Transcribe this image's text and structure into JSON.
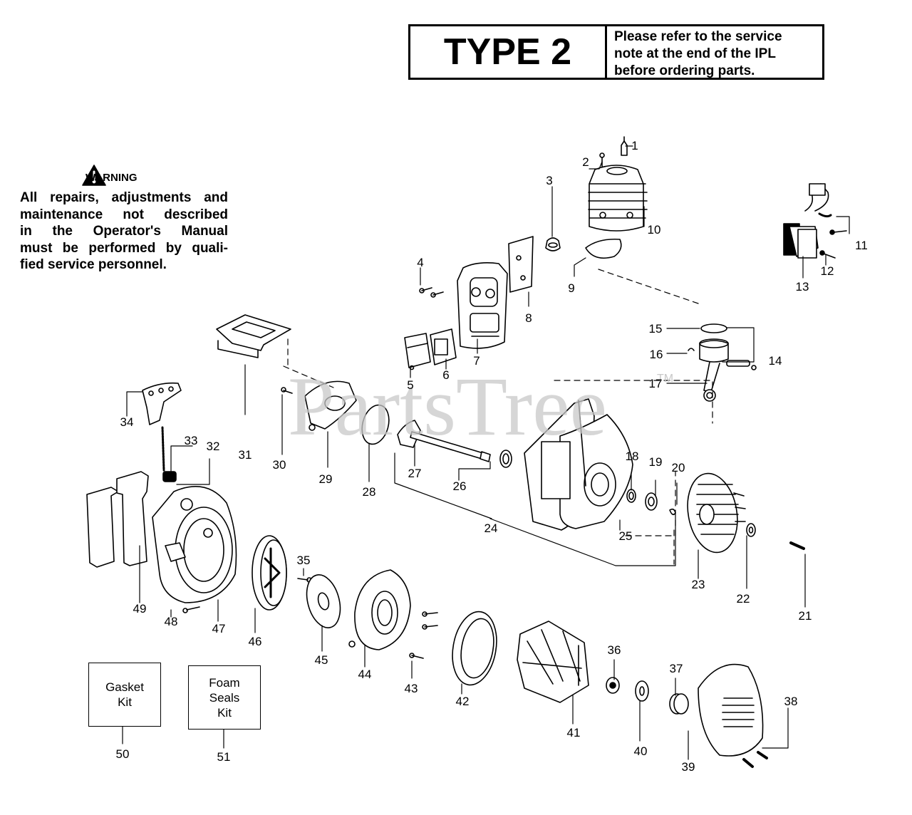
{
  "header": {
    "type_label": "TYPE 2",
    "note_lines": [
      "Please  refer  to the service",
      "note  at the end of the IPL",
      "before ordering  parts."
    ]
  },
  "warning": {
    "title": "WARNING",
    "lines": [
      "All repairs, adjustments and",
      "maintenance  not  described",
      "in  the  Operator's  Manual",
      "must be performed by quali-",
      "fied  service personnel."
    ]
  },
  "watermark": {
    "text": "PartsTree",
    "tm": "TM"
  },
  "kits": {
    "gasket": {
      "lines": [
        "Gasket",
        "Kit"
      ]
    },
    "foam": {
      "lines": [
        "Foam",
        "Seals",
        "Kit"
      ]
    }
  },
  "part_labels": [
    "1",
    "2",
    "3",
    "4",
    "5",
    "6",
    "7",
    "8",
    "9",
    "10",
    "11",
    "12",
    "13",
    "14",
    "15",
    "16",
    "17",
    "18",
    "19",
    "20",
    "21",
    "22",
    "23",
    "24",
    "25",
    "26",
    "27",
    "28",
    "29",
    "30",
    "31",
    "32",
    "33",
    "34",
    "35",
    "36",
    "37",
    "38",
    "39",
    "40",
    "41",
    "42",
    "43",
    "44",
    "45",
    "46",
    "47",
    "48",
    "49",
    "50",
    "51"
  ],
  "colors": {
    "ink": "#000000",
    "watermark": "#c8c8c8",
    "paper": "#ffffff"
  }
}
